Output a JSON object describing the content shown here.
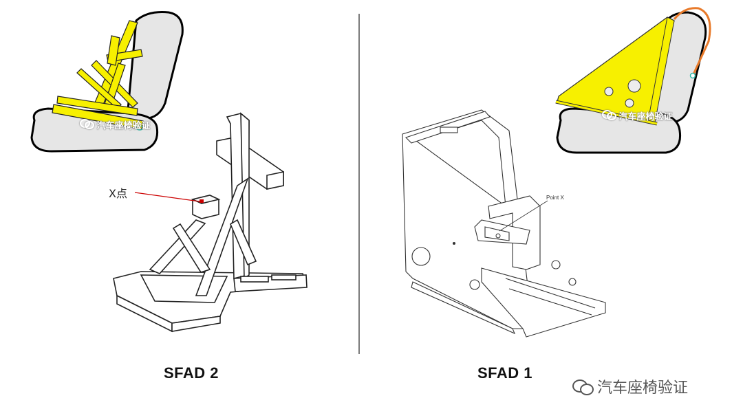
{
  "captions": {
    "left": "SFAD 2",
    "right": "SFAD 1"
  },
  "labels": {
    "x_point": "X点",
    "point_x": "Point X"
  },
  "watermark": {
    "text": "汽车座椅验证",
    "icon": "wechat-icon"
  },
  "colors": {
    "frame_yellow": "#f7f000",
    "seat_gray": "#e6e6e6",
    "outline": "#000000",
    "marker_red": "#cc0000",
    "headrest_orange": "#e87a2a",
    "cyan_marker": "#2fb8a6"
  }
}
